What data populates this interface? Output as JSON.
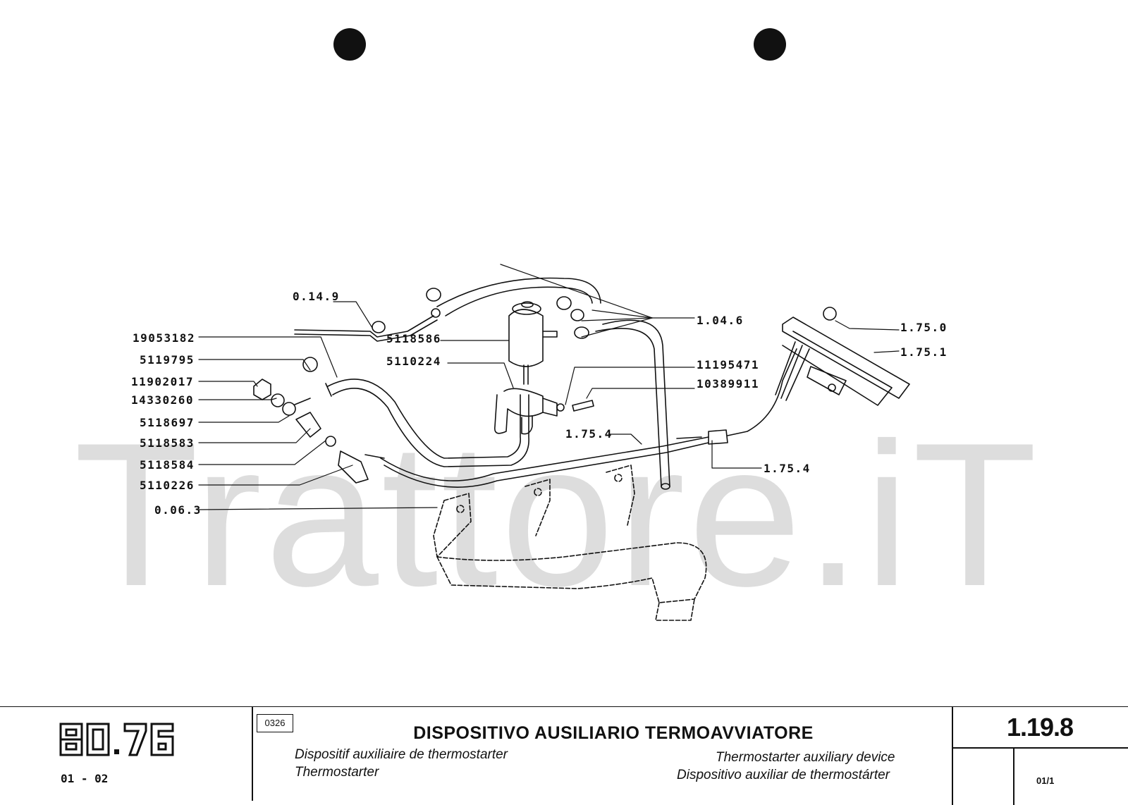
{
  "watermark": "Trattore.iT",
  "labels": [
    {
      "id": "0.14.9",
      "text": "0.14.9"
    },
    {
      "id": "19053182",
      "text": "19053182"
    },
    {
      "id": "5119795",
      "text": "5119795"
    },
    {
      "id": "11902017",
      "text": "11902017"
    },
    {
      "id": "14330260",
      "text": "14330260"
    },
    {
      "id": "5118697",
      "text": "5118697"
    },
    {
      "id": "5118583",
      "text": "5118583"
    },
    {
      "id": "5118584",
      "text": "5118584"
    },
    {
      "id": "5110226",
      "text": "5110226"
    },
    {
      "id": "0.06.3",
      "text": "0.06.3"
    },
    {
      "id": "5118586",
      "text": "5118586"
    },
    {
      "id": "5110224",
      "text": "5110224"
    },
    {
      "id": "1.04.6",
      "text": "1.04.6"
    },
    {
      "id": "11195471",
      "text": "11195471"
    },
    {
      "id": "10389911",
      "text": "10389911"
    },
    {
      "id": "1.75.4-a",
      "text": "1.75.4"
    },
    {
      "id": "1.75.4-b",
      "text": "1.75.4"
    },
    {
      "id": "1.75.0",
      "text": "1.75.0"
    },
    {
      "id": "1.75.1",
      "text": "1.75.1"
    }
  ],
  "title_block": {
    "logo_text": "80.76",
    "model_range": "01 - 02",
    "code": "0326",
    "title": "DISPOSITIVO AUSILIARIO TERMOAVVIATORE",
    "subtitle_fr_1": "Dispositif auxiliaire de thermostarter",
    "subtitle_fr_2": "Thermostarter",
    "subtitle_en": "Thermostarter auxiliary device",
    "subtitle_es": "Dispositivo auxiliar de thermostárter",
    "page_code": "1.19.8",
    "sheet": "01/1"
  }
}
